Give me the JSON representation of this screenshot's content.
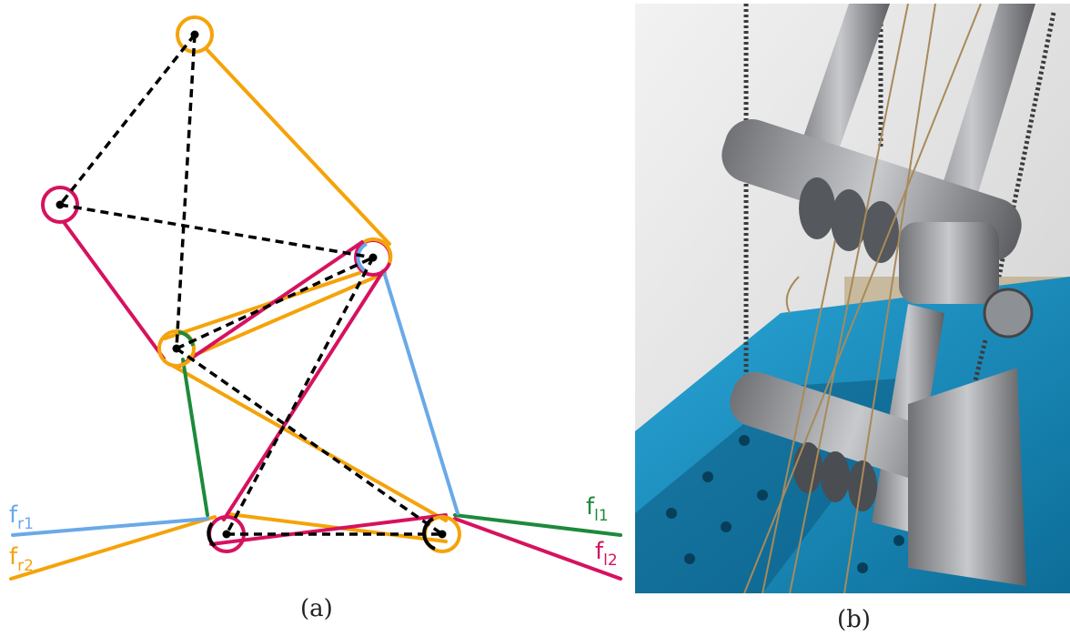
{
  "colors": {
    "orange": "#f5a30a",
    "magenta": "#d6125f",
    "green": "#1c8a3c",
    "blue": "#6aa9e8",
    "black": "#000000",
    "teal": "#1f9dc8",
    "metal": "#9a9da1"
  },
  "diagram": {
    "caption": "(a)",
    "labels": {
      "fr1": {
        "base": "f",
        "sub": "r1",
        "color": "#6aa9e8"
      },
      "fr2": {
        "base": "f",
        "sub": "r2",
        "color": "#f5a30a"
      },
      "fl1": {
        "base": "f",
        "sub": "l1",
        "color": "#1c8a3c"
      },
      "fl2": {
        "base": "f",
        "sub": "l2",
        "color": "#d6125f"
      }
    }
  },
  "photo": {
    "caption": "(b)"
  }
}
